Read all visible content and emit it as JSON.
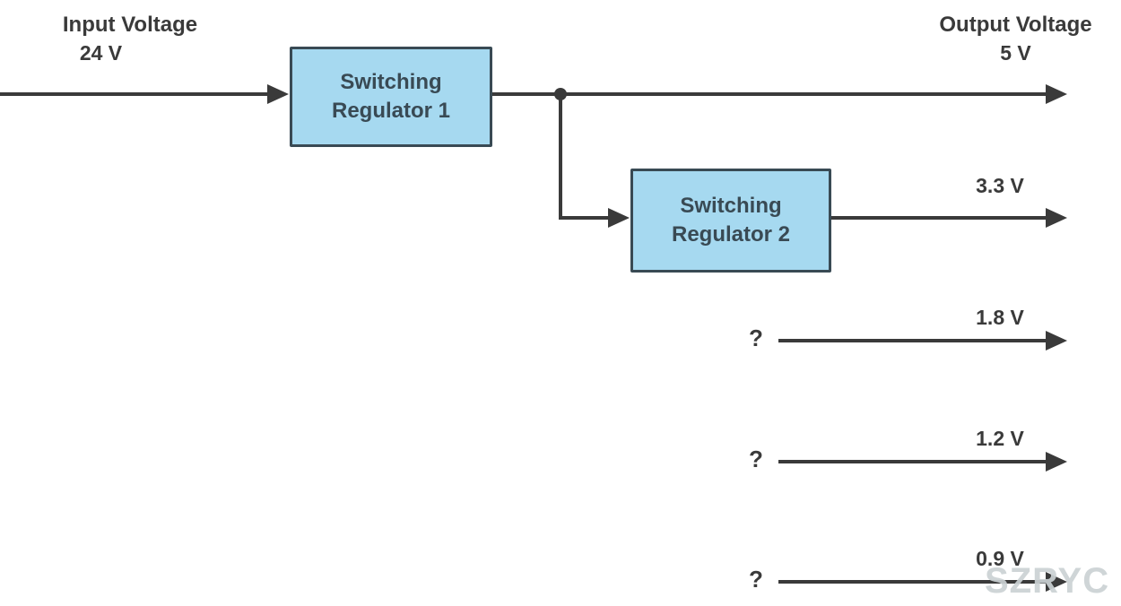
{
  "diagram": {
    "input": {
      "label": "Input Voltage",
      "value": "24 V"
    },
    "output": {
      "label": "Output Voltage",
      "value": "5 V"
    },
    "regulator1": {
      "line1": "Switching",
      "line2": "Regulator 1"
    },
    "regulator2": {
      "line1": "Switching",
      "line2": "Regulator 2"
    },
    "rails": [
      {
        "value": "3.3 V"
      },
      {
        "value": "1.8 V",
        "source": "?"
      },
      {
        "value": "1.2 V",
        "source": "?"
      },
      {
        "value": "0.9 V",
        "source": "?"
      }
    ],
    "watermark": "SZRYC",
    "colors": {
      "line": "#3a3a3a",
      "box_fill": "#a6d9f0",
      "box_border": "#394a54",
      "box_text": "#394a54",
      "label_text": "#3a3a3a",
      "watermark": "#cbd1d4"
    }
  }
}
